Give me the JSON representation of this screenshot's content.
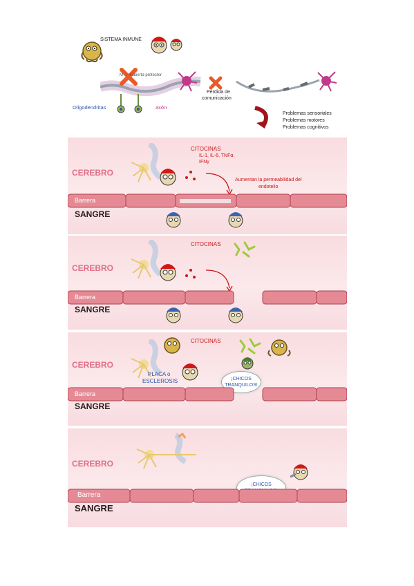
{
  "top": {
    "sistema_inmune": "SISTEMA INMUNE",
    "cubierta": "M — cubierta protector",
    "oligodendritas": "Oligodendritas",
    "axon": "axón",
    "perdida": "Pérdida de",
    "comunicacion": "comunicación",
    "problems": [
      "Problemas sensoriales",
      "Problemas motores",
      "Problemas cognitivos"
    ]
  },
  "panel1": {
    "cerebro": "CEREBRO",
    "citocinas": "CITOCINAS",
    "cytokine_list_1": "IL-1, IL-6, TNFα,",
    "cytokine_list_2": "IFNγ",
    "aumentan_1": "Aumentan la permeabilidad del",
    "aumentan_2": "endotelio",
    "barrera": "Barrera",
    "sangre": "SANGRE"
  },
  "panel2": {
    "cerebro": "CEREBRO",
    "citocinas": "CITOCINAS",
    "barrera": "Barrera",
    "sangre": "SANGRE"
  },
  "panel3": {
    "cerebro": "CEREBRO",
    "citocinas": "CITOCINAS",
    "placa_1": "PLACA o",
    "placa_2": "ESCLEROSIS",
    "bubble": "¡CHICOS TRANQUILOS!",
    "barrera": "Barrera",
    "sangre": "SANGRE"
  },
  "panel4": {
    "cerebro": "CEREBRO",
    "bubble": "¡CHICOS TRANQUILOS!",
    "barrera": "Barrera",
    "sangre": "SANGRE"
  },
  "colors": {
    "panel_bg": "#f9dce0",
    "vessel": "#e58a95",
    "title_pink": "#e07088",
    "cytokine_red": "#c81818",
    "label_blue": "#2f55a8"
  },
  "icons": [
    "immune-cell-icon",
    "red-cap-character-icon",
    "neuron-icon",
    "x-mark-icon",
    "curved-arrow-icon",
    "cytokine-icon"
  ]
}
